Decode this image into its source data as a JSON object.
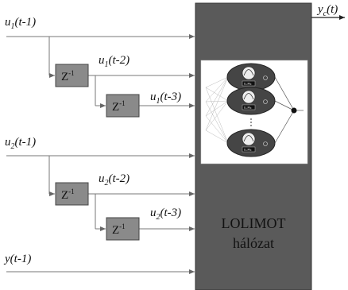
{
  "diagram": {
    "inputs": [
      {
        "var": "u",
        "sub": "1",
        "arg": "(t-1)"
      },
      {
        "var": "u",
        "sub": "1",
        "arg": "(t-2)"
      },
      {
        "var": "u",
        "sub": "1",
        "arg": "(t-3)"
      },
      {
        "var": "u",
        "sub": "2",
        "arg": "(t-1)"
      },
      {
        "var": "u",
        "sub": "2",
        "arg": "(t-2)"
      },
      {
        "var": "u",
        "sub": "2",
        "arg": "(t-3)"
      },
      {
        "var": "y",
        "sub": "",
        "arg": "(t-1)"
      }
    ],
    "delay": {
      "base": "Z",
      "exp": "-1"
    },
    "output": {
      "var": "y",
      "sub": "c",
      "arg": "(t)"
    },
    "network": {
      "line1": "LOLIMOT",
      "line2": "hálózat"
    },
    "model_box": {
      "label": "LLM₀"
    },
    "colors": {
      "block": "#5a5a5a",
      "delay": "#8a8a8a",
      "neuron": "#4a4a4a",
      "arrow": "#777777"
    }
  }
}
